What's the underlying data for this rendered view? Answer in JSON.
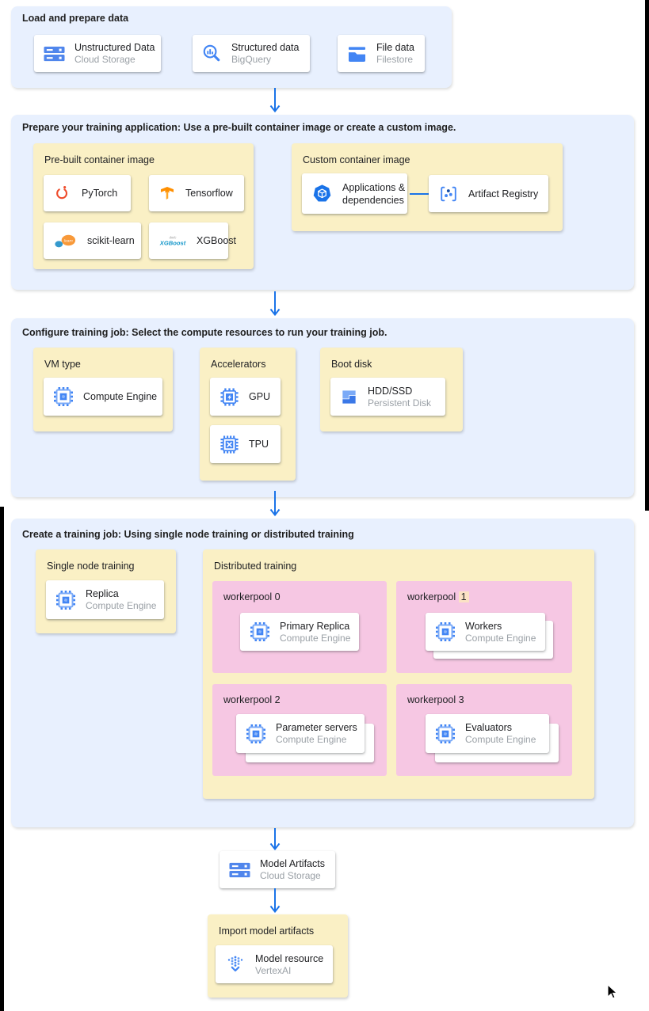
{
  "colors": {
    "section_bg": "#e8f0fe",
    "group_bg": "#faf0c5",
    "pool_bg": "#f6c7e3",
    "arrow_blue": "#1a73e8",
    "card_title": "#202124",
    "card_subtitle": "#9aa0a6",
    "find_highlight": "#fbe2c5"
  },
  "sections": {
    "load": {
      "title": "Load and prepare data",
      "cards": [
        {
          "icon": "cloud-storage-icon",
          "title": "Unstructured Data",
          "subtitle": "Cloud Storage"
        },
        {
          "icon": "bigquery-icon",
          "title": "Structured data",
          "subtitle": "BigQuery"
        },
        {
          "icon": "filestore-icon",
          "title": "File data",
          "subtitle": "Filestore"
        }
      ]
    },
    "prepare": {
      "title": "Prepare your training application: Use a pre-built container image or create a custom image.",
      "prebuilt": {
        "title": "Pre-built container image",
        "cards": [
          {
            "icon": "pytorch-icon",
            "title": "PyTorch"
          },
          {
            "icon": "tensorflow-icon",
            "title": "Tensorflow"
          },
          {
            "icon": "scikit-learn-icon",
            "title": "scikit-learn"
          },
          {
            "icon": "xgboost-icon",
            "title": "XGBoost"
          }
        ]
      },
      "custom": {
        "title": "Custom container image",
        "cards": [
          {
            "icon": "applications-icon",
            "title": "Applications & dependencies"
          },
          {
            "icon": "artifact-registry-icon",
            "title": "Artifact Registry"
          }
        ]
      }
    },
    "configure": {
      "title": "Configure training job: Select the compute resources to run your training job.",
      "groups": [
        {
          "title": "VM type",
          "cards": [
            {
              "icon": "compute-engine-icon",
              "title": "Compute Engine"
            }
          ]
        },
        {
          "title": "Accelerators",
          "cards": [
            {
              "icon": "gpu-icon",
              "title": "GPU"
            },
            {
              "icon": "tpu-icon",
              "title": "TPU"
            }
          ]
        },
        {
          "title": "Boot disk",
          "cards": [
            {
              "icon": "persistent-disk-icon",
              "title": "HDD/SSD",
              "subtitle": "Persistent Disk"
            }
          ]
        }
      ]
    },
    "create": {
      "title": "Create a training job: Using single node training or distributed training",
      "single": {
        "title": "Single node training",
        "card": {
          "icon": "compute-engine-icon",
          "title": "Replica",
          "subtitle": "Compute Engine"
        }
      },
      "distributed": {
        "title": "Distributed training",
        "pools": [
          {
            "label_prefix": "workerpool",
            "label_num": "0",
            "highlighted": false,
            "stacked": false,
            "card": {
              "icon": "compute-engine-icon",
              "title": "Primary Replica",
              "subtitle": "Compute Engine"
            }
          },
          {
            "label_prefix": "workerpool",
            "label_num": "1",
            "highlighted": true,
            "stacked": true,
            "card": {
              "icon": "compute-engine-icon",
              "title": "Workers",
              "subtitle": "Compute Engine"
            }
          },
          {
            "label_prefix": "workerpool",
            "label_num": "2",
            "highlighted": false,
            "stacked": true,
            "card": {
              "icon": "compute-engine-icon",
              "title": "Parameter servers",
              "subtitle": "Compute Engine"
            }
          },
          {
            "label_prefix": "workerpool",
            "label_num": "3",
            "highlighted": false,
            "stacked": true,
            "card": {
              "icon": "compute-engine-icon",
              "title": "Evaluators",
              "subtitle": "Compute Engine"
            }
          }
        ]
      }
    },
    "output": {
      "card": {
        "icon": "cloud-storage-icon",
        "title": "Model Artifacts",
        "subtitle": "Cloud Storage"
      }
    },
    "import": {
      "title": "Import model artifacts",
      "card": {
        "icon": "vertex-ai-icon",
        "title": "Model resource",
        "subtitle": "VertexAI"
      }
    }
  },
  "cursor": {
    "icon": "mouse-pointer-icon"
  }
}
